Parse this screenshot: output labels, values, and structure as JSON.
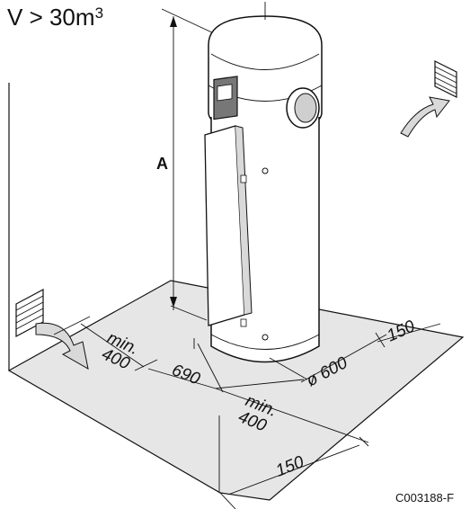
{
  "title_prefix": "V > 30m",
  "title_sup": "3",
  "height_label": "A",
  "dims": {
    "left_min_top": "min.",
    "left_min_bottom": "400",
    "center_690": "690",
    "diameter": "ø 600",
    "right_150": "150",
    "front_min_top": "min.",
    "front_min_bottom": "400",
    "front_150": "150"
  },
  "ref_code": "C003188-F",
  "colors": {
    "floor": "#e6e6e6",
    "line": "#111111",
    "unit_body": "#ffffff",
    "unit_dark": "#555555"
  }
}
